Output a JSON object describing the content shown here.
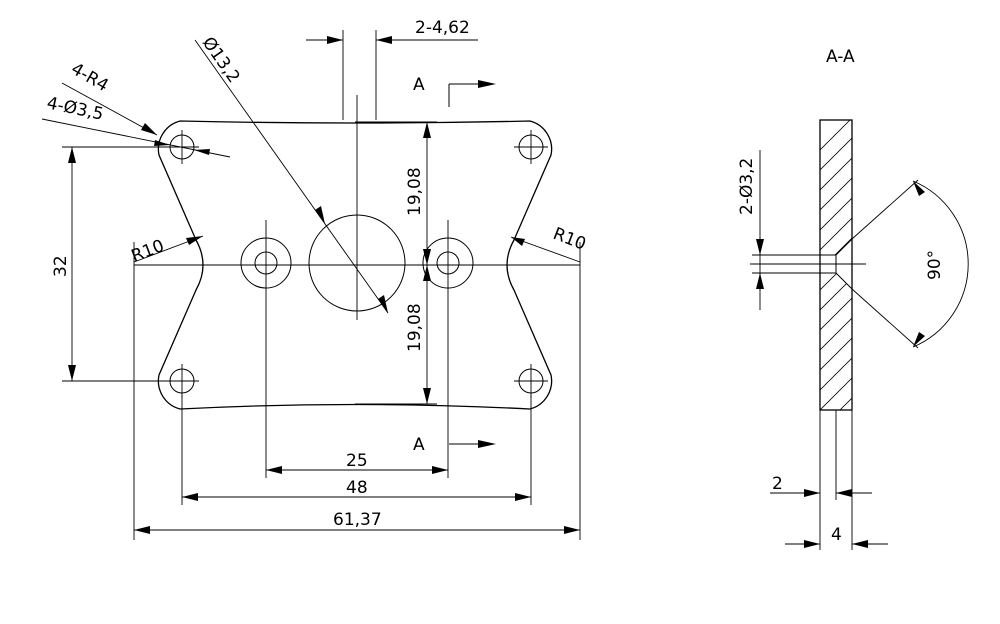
{
  "labels": {
    "slot_width": "2-4,62",
    "hole_big_dia": "Ø13,2",
    "corner_radius": "4-R4",
    "corner_hole_dia": "4-Ø3,5",
    "section_mark_top": "A",
    "section_mark_bottom": "A",
    "radius_left": "R10",
    "radius_right": "R10",
    "height_32": "32",
    "half_upper": "19,08",
    "half_lower": "19,08",
    "dist_25": "25",
    "dist_48": "48",
    "overall_width": "61,37",
    "section_title": "A-A",
    "section_hole_dia": "2-Ø3,2",
    "countersink_angle": "90°",
    "dim_2": "2",
    "dim_4": "4"
  }
}
